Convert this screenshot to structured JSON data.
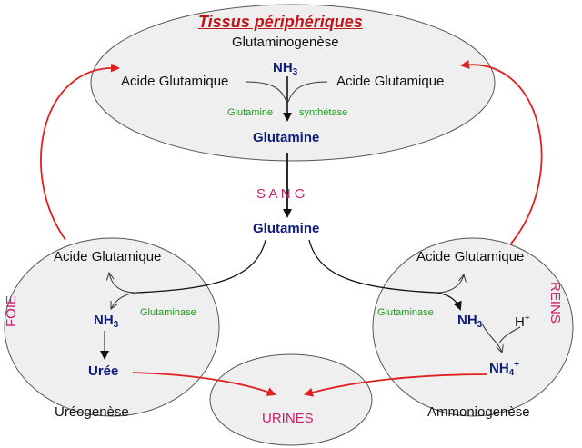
{
  "colors": {
    "red_arrow": "#e02020",
    "title_red": "#c0151a",
    "magenta": "#cc1f6a",
    "navy": "#0d1b7a",
    "enzyme_green": "#1e9a1e",
    "ellipse_fill": "#efefef"
  },
  "tissus": {
    "title": "Tissus périphériques",
    "subtitle": "Glutaminogenèse",
    "acide_left": "Acide Glutamique",
    "acide_right": "Acide Glutamique",
    "nh3": "NH",
    "nh3_sub": "3",
    "enzyme_a": "Glutamine",
    "enzyme_b": "synthétase",
    "glutamine": "Glutamine"
  },
  "sang": {
    "label": "S A N G",
    "glutamine": "Glutamine"
  },
  "foie": {
    "label": "FOIE",
    "acide": "Acide Glutamique",
    "enzyme": "Glutaminase",
    "nh3": "NH",
    "nh3_sub": "3",
    "uree": "Urée",
    "process": "Uréogenèse"
  },
  "reins": {
    "label": "REINS",
    "acide": "Acide Glutamique",
    "enzyme": "Glutaminase",
    "nh3": "NH",
    "nh3_sub": "3",
    "h_plus": "H",
    "h_sup": "+",
    "nh4": "NH",
    "nh4_sub": "4",
    "nh4_sup": "+",
    "process": "Ammoniogenèse"
  },
  "urines": {
    "label": "URINES"
  }
}
